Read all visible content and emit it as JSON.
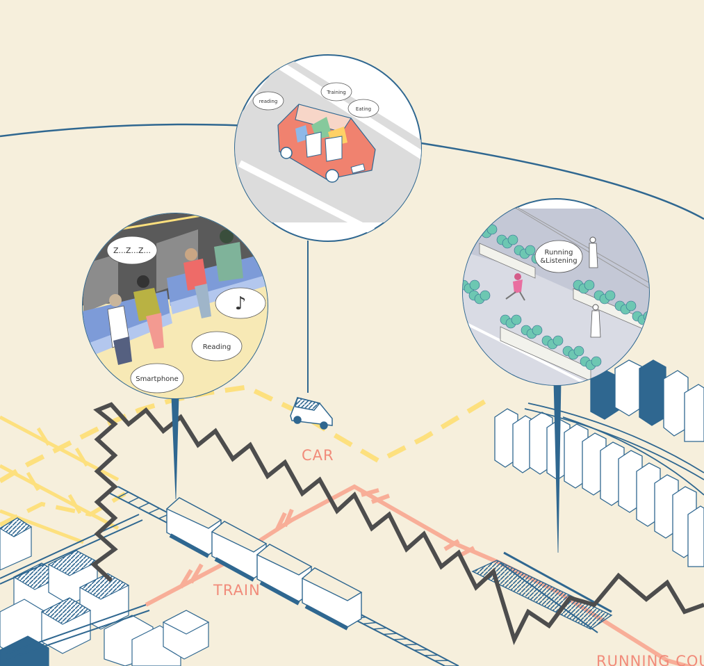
{
  "routes": {
    "car": {
      "label": "CAR",
      "color": "#fde07e"
    },
    "train": {
      "label": "TRAIN",
      "color": "#f8ae98"
    },
    "running": {
      "label": "RUNNING COURSE",
      "color": "#f8ae98"
    },
    "label_color": "#f18b7a"
  },
  "vignettes": {
    "car": {
      "bubbles": [
        "reading",
        "Training",
        "Eating"
      ]
    },
    "train": {
      "bubbles": [
        "Z...Z...Z...",
        "♪",
        "Reading",
        "Smartphone"
      ]
    },
    "running": {
      "bubbles": [
        "Running",
        "&Listening"
      ]
    }
  },
  "colors": {
    "background": "#f6efdc",
    "ink": "#2f6790",
    "zigzag": "#4d4d4d",
    "car_body": "#f0826f",
    "plant": "#6dc7b2"
  }
}
